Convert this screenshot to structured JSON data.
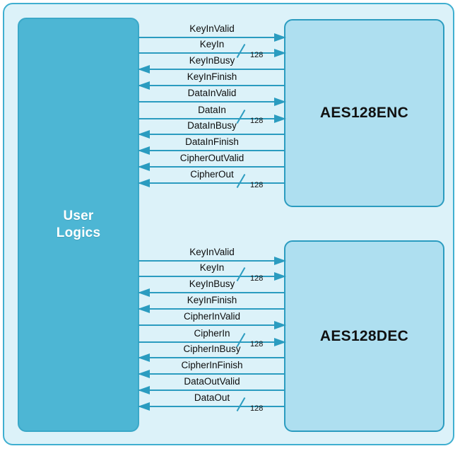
{
  "diagram": {
    "title": "AES128 core interface block diagram",
    "colors": {
      "frame_border": "#3FAFD0",
      "frame_background": "#DCF2F9",
      "user_block_fill": "#4DB6D4",
      "user_block_border": "#3AA8C8",
      "core_block_fill": "#AEDFF0",
      "core_block_border": "#2B9CC0",
      "signal_line": "#2B9CC0",
      "user_block_text": "#FFFFFF",
      "core_block_text": "#111111"
    }
  },
  "user_block": {
    "label": "User\nLogics"
  },
  "blocks": [
    {
      "id": "aes128enc",
      "title": "AES128ENC",
      "signals": [
        {
          "label": "KeyInValid",
          "direction": "to-right",
          "bus_width": ""
        },
        {
          "label": "KeyIn",
          "direction": "to-right",
          "bus_width": "128"
        },
        {
          "label": "KeyInBusy",
          "direction": "to-left",
          "bus_width": ""
        },
        {
          "label": "KeyInFinish",
          "direction": "to-left",
          "bus_width": ""
        },
        {
          "label": "DataInValid",
          "direction": "to-right",
          "bus_width": ""
        },
        {
          "label": "DataIn",
          "direction": "to-right",
          "bus_width": "128"
        },
        {
          "label": "DataInBusy",
          "direction": "to-left",
          "bus_width": ""
        },
        {
          "label": "DataInFinish",
          "direction": "to-left",
          "bus_width": ""
        },
        {
          "label": "CipherOutValid",
          "direction": "to-left",
          "bus_width": ""
        },
        {
          "label": "CipherOut",
          "direction": "to-left",
          "bus_width": "128"
        }
      ]
    },
    {
      "id": "aes128dec",
      "title": "AES128DEC",
      "signals": [
        {
          "label": "KeyInValid",
          "direction": "to-right",
          "bus_width": ""
        },
        {
          "label": "KeyIn",
          "direction": "to-right",
          "bus_width": "128"
        },
        {
          "label": "KeyInBusy",
          "direction": "to-left",
          "bus_width": ""
        },
        {
          "label": "KeyInFinish",
          "direction": "to-left",
          "bus_width": ""
        },
        {
          "label": "CipherInValid",
          "direction": "to-right",
          "bus_width": ""
        },
        {
          "label": "CipherIn",
          "direction": "to-right",
          "bus_width": "128"
        },
        {
          "label": "CipherInBusy",
          "direction": "to-left",
          "bus_width": ""
        },
        {
          "label": "CipherInFinish",
          "direction": "to-left",
          "bus_width": ""
        },
        {
          "label": "DataOutValid",
          "direction": "to-left",
          "bus_width": ""
        },
        {
          "label": "DataOut",
          "direction": "to-left",
          "bus_width": "128"
        }
      ]
    }
  ],
  "layout": {
    "enc_signal_y": [
      52,
      74,
      97,
      120,
      143,
      167,
      189,
      212,
      235,
      258
    ],
    "dec_signal_y": [
      368,
      390,
      413,
      436,
      459,
      483,
      505,
      528,
      551,
      574
    ]
  }
}
